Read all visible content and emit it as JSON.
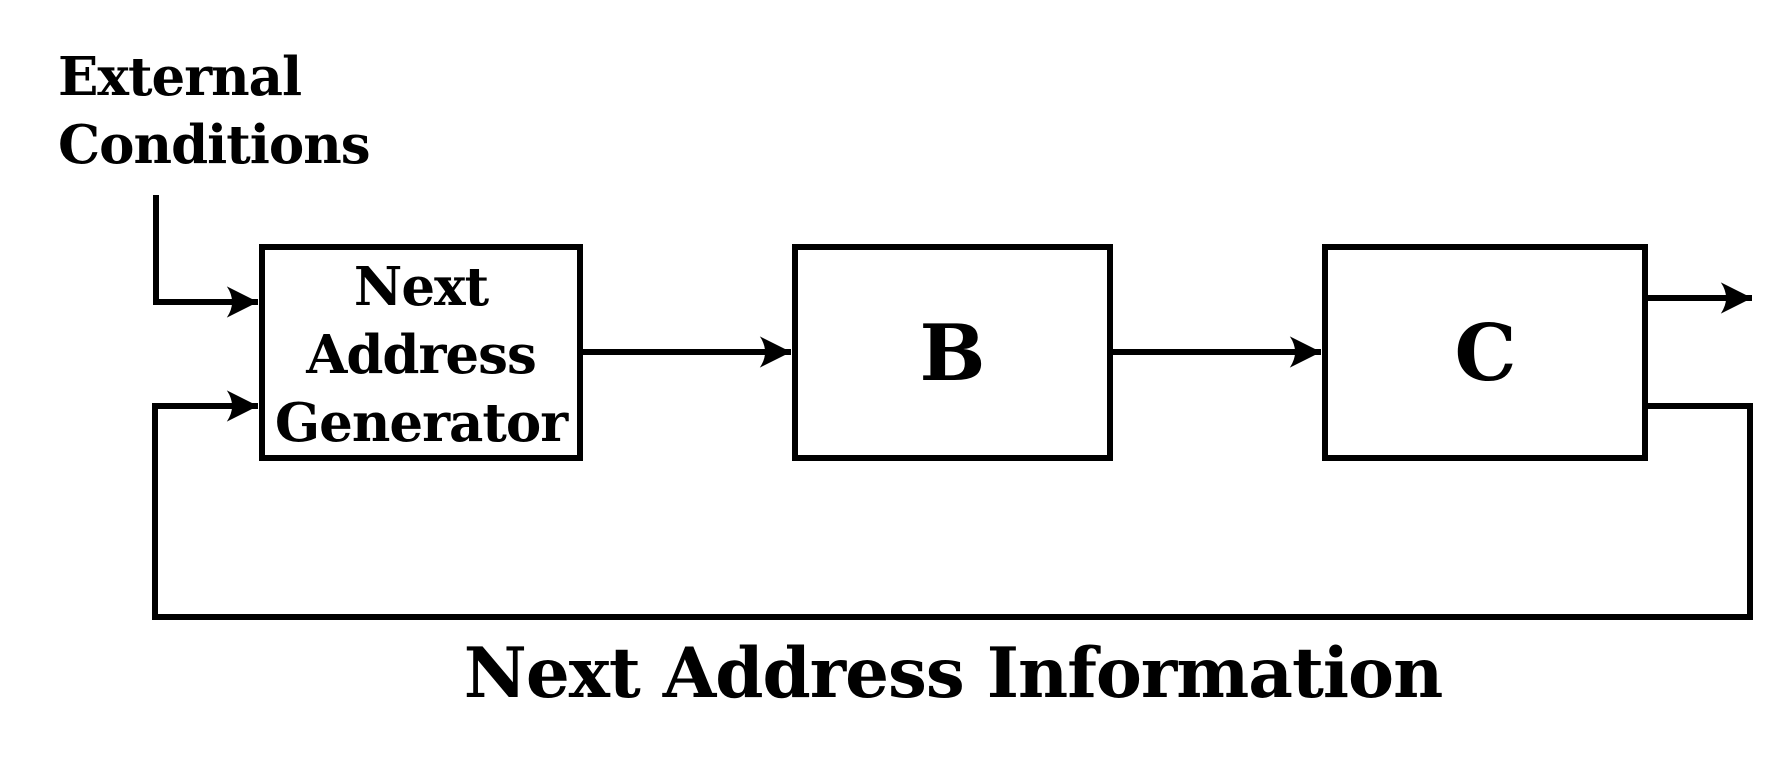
{
  "diagram": {
    "background_color": "#ffffff",
    "stroke_color": "#000000",
    "external_label": {
      "line1": "External",
      "line2": "Conditions"
    },
    "boxes": {
      "next_address_generator": {
        "line1": "Next",
        "line2": "Address",
        "line3": "Generator"
      },
      "b": {
        "label": "B"
      },
      "c": {
        "label": "C"
      }
    },
    "bottom_label": "Next Address Information"
  }
}
